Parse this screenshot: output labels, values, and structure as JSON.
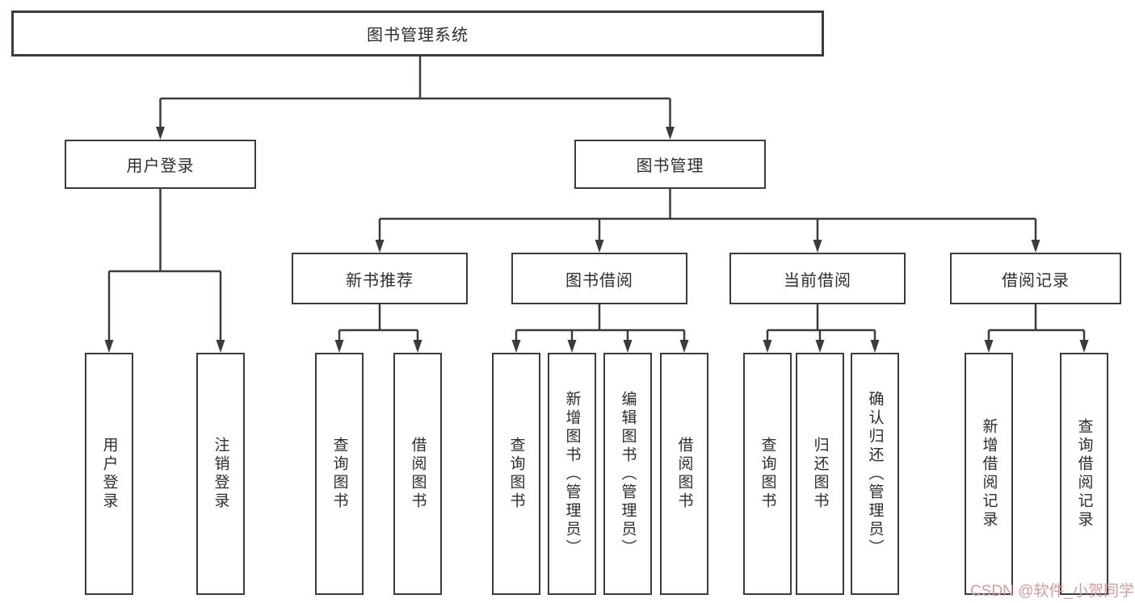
{
  "tree": {
    "root": "图书管理系统",
    "level2": [
      {
        "label": "用户登录",
        "children": [
          "用户登录",
          "注销登录"
        ]
      },
      {
        "label": "图书管理",
        "children": [
          {
            "label": "新书推荐",
            "children": [
              "查询图书",
              "借阅图书"
            ]
          },
          {
            "label": "图书借阅",
            "children": [
              "查询图书",
              "新增图书（管理员）",
              "编辑图书（管理员）",
              "借阅图书"
            ]
          },
          {
            "label": "当前借阅",
            "children": [
              "查询图书",
              "归还图书",
              "确认归还（管理员）"
            ]
          },
          {
            "label": "借阅记录",
            "children": [
              "新增借阅记录",
              "查询借阅记录"
            ]
          }
        ]
      }
    ]
  },
  "watermark": {
    "text": "CSDN @软件_小贺同学",
    "color": "#d89a9e"
  },
  "colors": {
    "background": "#ffffff",
    "line": "#3b3b3b",
    "box_border": "#3b3b3b",
    "text": "#2d2d2d"
  }
}
